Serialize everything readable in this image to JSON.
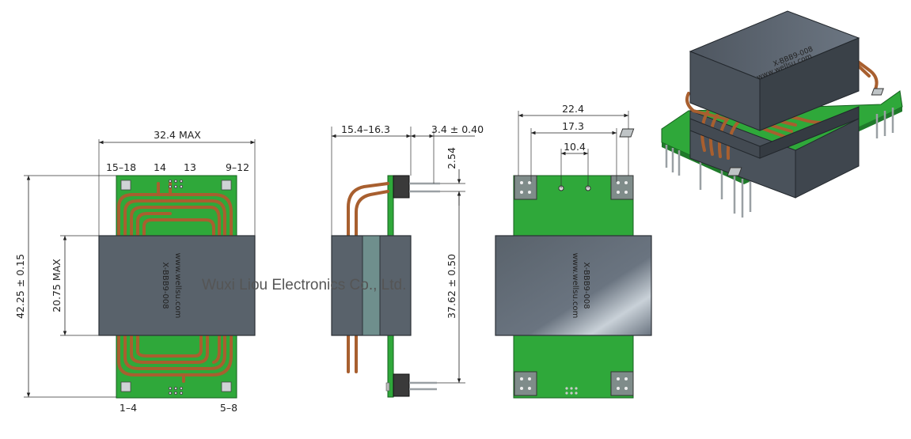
{
  "watermark": "Wuxi Liou Electronics Co., Ltd.",
  "core_marking": {
    "part_number": "X-BBB9-008",
    "website": "www.wellsu.com"
  },
  "front_view": {
    "width_label": "32.4 MAX",
    "height_label": "42.25 ± 0.15",
    "core_height_label": "20.75 MAX",
    "top_pins": [
      "15–18",
      "14",
      "13",
      "9–12"
    ],
    "bottom_pins": [
      "1–4",
      "5–8"
    ]
  },
  "side_view": {
    "depth_label": "15.4–16.3",
    "pin_offset_label": "3.4 ± 0.40",
    "pin_pitch_label": "2.54",
    "pin_span_label": "37.62 ± 0.50"
  },
  "back_view": {
    "outer_label": "22.4",
    "middle_label": "17.3",
    "inner_label": "10.4"
  },
  "colors": {
    "pcb": "#2fa83a",
    "core": "#59626b",
    "copper": "#a85f2f"
  }
}
